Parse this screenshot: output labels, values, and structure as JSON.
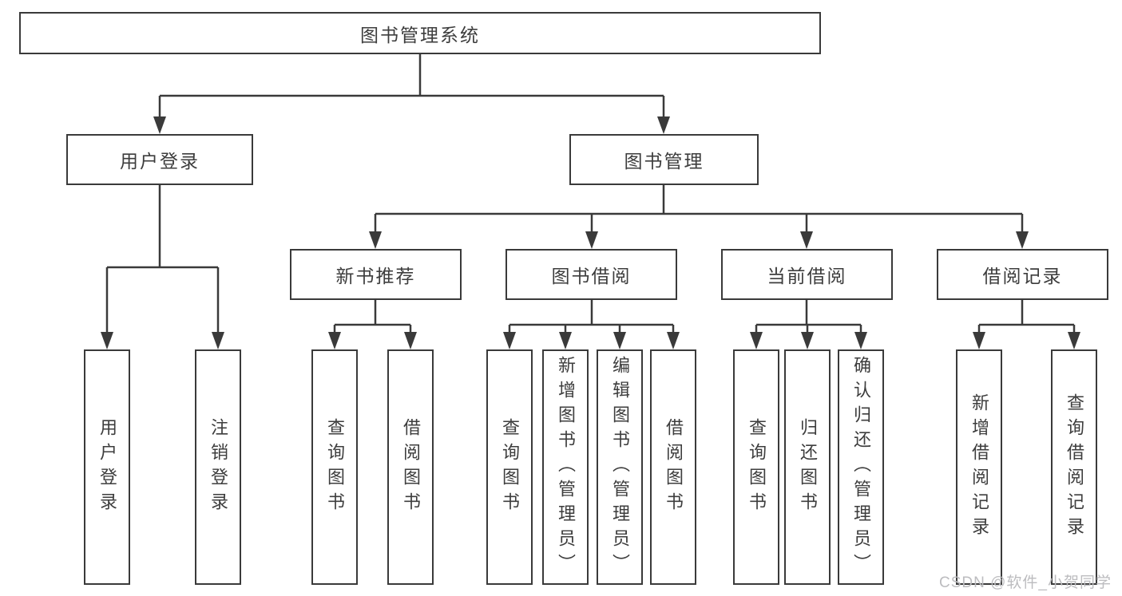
{
  "tree": {
    "root": "图书管理系统",
    "branches": [
      {
        "label": "用户登录",
        "children": [
          "用户登录",
          "注销登录"
        ]
      },
      {
        "label": "图书管理",
        "children": [
          {
            "label": "新书推荐",
            "children": [
              "查询图书",
              "借阅图书"
            ]
          },
          {
            "label": "图书借阅",
            "children": [
              "查询图书",
              "新增图书（管理员）",
              "编辑图书（管理员）",
              "借阅图书"
            ]
          },
          {
            "label": "当前借阅",
            "children": [
              "查询图书",
              "归还图书",
              "确认归还（管理员）"
            ]
          },
          {
            "label": "借阅记录",
            "children": [
              "新增借阅记录",
              "查询借阅记录"
            ]
          }
        ]
      }
    ]
  },
  "watermark": "CSDN @软件_小贺同学",
  "colors": {
    "line": "#3a3a3a",
    "text": "#3d3d3d",
    "watermark": "#bcbcbf",
    "background": "#ffffff"
  }
}
